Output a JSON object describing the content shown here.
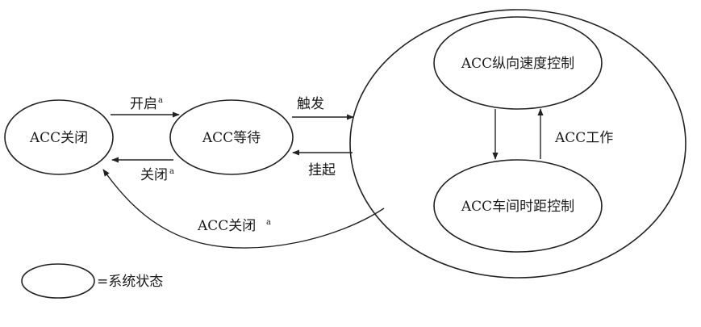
{
  "states": {
    "acc_off": "ACC关闭",
    "acc_wait": "ACC等待",
    "acc_speed_control": "ACC纵向速度控制",
    "acc_distance_control": "ACC车间时距控制",
    "acc_active_group": "ACC工作"
  },
  "transitions": {
    "open": "开启",
    "open_note": "a",
    "close": "关闭",
    "close_note": "a",
    "trigger": "触发",
    "suspend": "挂起",
    "acc_off_return": "ACC关闭",
    "acc_off_return_note": "a"
  },
  "legend": {
    "label": "=系统状态"
  }
}
